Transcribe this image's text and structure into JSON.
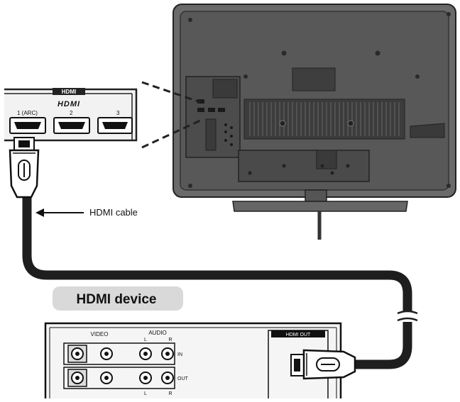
{
  "hdmi_panel": {
    "logo_text": "HDMI",
    "port_labels": [
      "1 (ARC)",
      "2",
      "3"
    ]
  },
  "cable": {
    "label": "HDMI cable"
  },
  "device": {
    "title": "HDMI device",
    "video_label": "VIDEO",
    "audio_label": "AUDIO",
    "l_label": "L",
    "r_label": "R",
    "in_label": "IN",
    "out_label": "OUT",
    "hdmi_out_label": "HDMI OUT"
  },
  "colors": {
    "tv_body": "#5a5a5a",
    "tv_panel": "#4a4a4a",
    "cable": "#1e1e1e",
    "badge": "#d9d9d9",
    "line": "#222222"
  }
}
